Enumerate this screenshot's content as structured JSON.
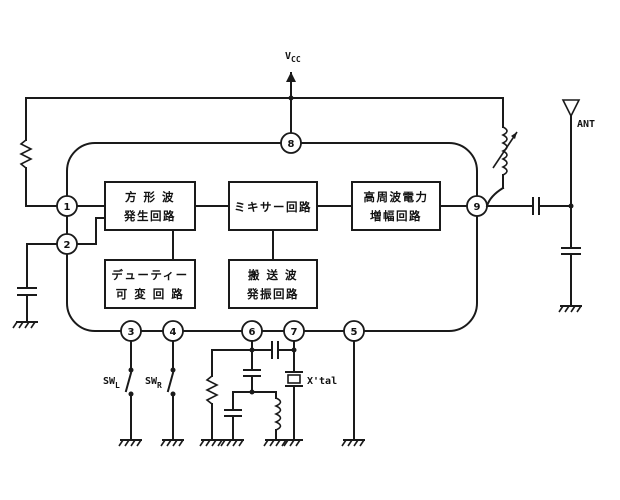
{
  "supply": {
    "label_main": "V",
    "label_sub": "CC"
  },
  "antenna": {
    "label": "ANT"
  },
  "crystal": {
    "label": "X'tal"
  },
  "switches": {
    "left": {
      "main": "SW",
      "sub": "L"
    },
    "right": {
      "main": "SW",
      "sub": "R"
    }
  },
  "blocks": {
    "square_wave_gen": {
      "line1": "方 形 波",
      "line2": "発生回路"
    },
    "mixer": {
      "line1": "ミキサー回路"
    },
    "hf_power_amp": {
      "line1": "高周波電力",
      "line2": "増幅回路"
    },
    "duty_variable": {
      "line1": "デューティー",
      "line2": "可 変 回 路"
    },
    "carrier_osc": {
      "line1": "搬 送 波",
      "line2": "発振回路"
    }
  },
  "pins": [
    "1",
    "2",
    "3",
    "4",
    "5",
    "6",
    "7",
    "8",
    "9"
  ]
}
